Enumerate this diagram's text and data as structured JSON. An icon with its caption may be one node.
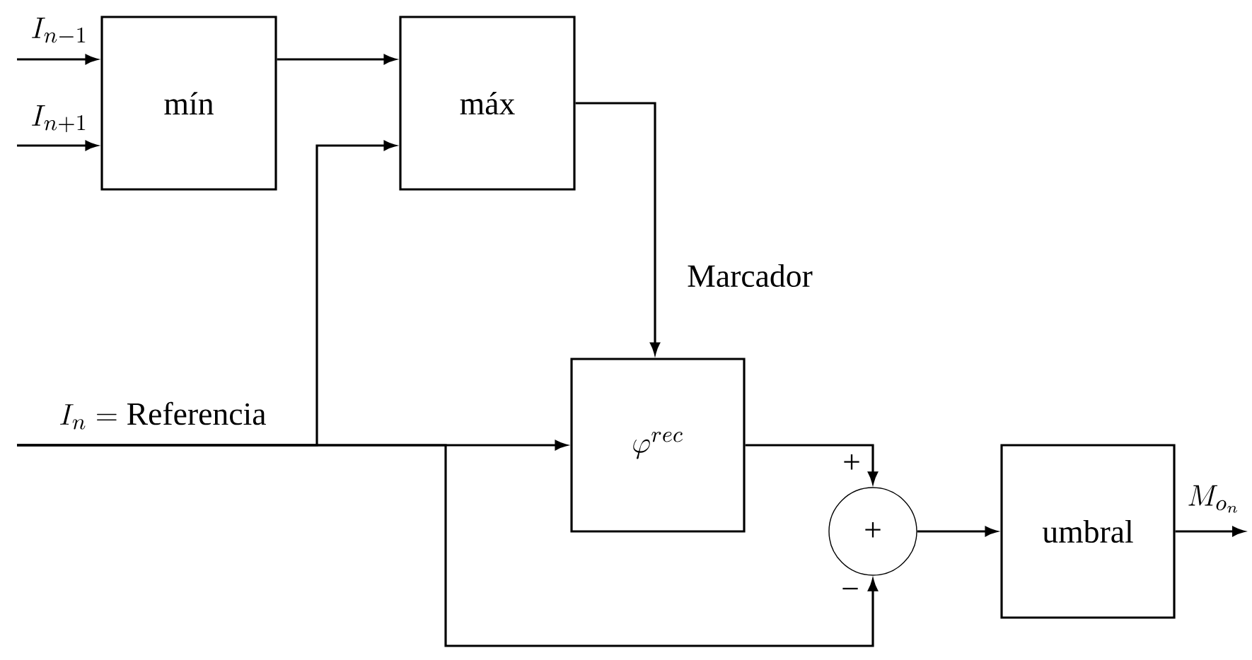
{
  "diagram": {
    "nodes": [
      {
        "text": [
          "mín"
        ]
      },
      {
        "text": [
          "máx"
        ]
      },
      {
        "text": [
          "\\varphi^{rec}"
        ]
      },
      {
        "text": [
          "+"
        ]
      },
      {
        "text": [
          "umbral"
        ]
      }
    ],
    "edges": [
      {
        "from": null,
        "to": 0,
        "arrow": "to",
        "label": "I_{n-1}"
      },
      {
        "from": null,
        "to": 0,
        "arrow": "to",
        "label": "I_{n+1}"
      },
      {
        "from": 0,
        "to": 1,
        "arrow": "to"
      },
      {
        "from": null,
        "to": 1,
        "arrow": "to",
        "label": "I_n =\\mathrm{Referencia}"
      },
      {
        "from": null,
        "to": 2,
        "arrow": "to"
      },
      {
        "from": null,
        "to": 3,
        "arrow": "to",
        "label": "−"
      },
      {
        "from": 1,
        "to": 2,
        "arrow": "to",
        "label": "Marcador"
      },
      {
        "from": 2,
        "to": 3,
        "arrow": "to",
        "label": "+"
      },
      {
        "from": 3,
        "to": 4,
        "arrow": "to"
      },
      {
        "from": 4,
        "to": null,
        "arrow": "to",
        "label": "M_{o_n}"
      }
    ]
  }
}
